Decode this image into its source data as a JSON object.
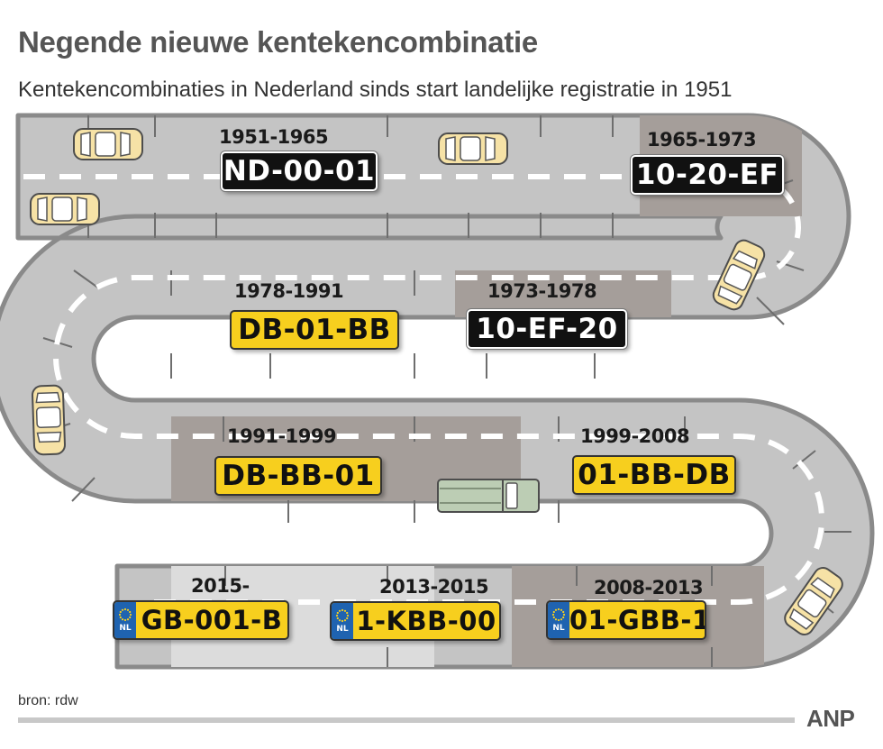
{
  "header": {
    "title": "Negende nieuwe kentekencombinatie",
    "subtitle": "Kentekencombinaties in Nederland sinds start landelijke registratie in 1951"
  },
  "plates": [
    {
      "period": "1951-1965",
      "plate": "ND-00-01",
      "style": "black"
    },
    {
      "period": "1965-1973",
      "plate": "10-20-EF",
      "style": "black"
    },
    {
      "period": "1973-1978",
      "plate": "10-EF-20",
      "style": "black"
    },
    {
      "period": "1978-1991",
      "plate": "DB-01-BB",
      "style": "yellow"
    },
    {
      "period": "1991-1999",
      "plate": "DB-BB-01",
      "style": "yellow"
    },
    {
      "period": "1999-2008",
      "plate": "01-BB-DB",
      "style": "yellow"
    },
    {
      "period": "2008-2013",
      "plate": "01-GBB-1",
      "style": "eu",
      "badge": "NL"
    },
    {
      "period": "2013-2015",
      "plate": "1-KBB-00",
      "style": "eu",
      "badge": "NL"
    },
    {
      "period": "2015-",
      "plate": "GB-001-B",
      "style": "eu",
      "badge": "NL"
    }
  ],
  "footer": {
    "source": "bron: rdw",
    "brand": "ANP"
  },
  "colors": {
    "road": "#c4c4c4",
    "road_edge": "#8a8a8a",
    "highlight_zone": "#a59e9a",
    "lane_marking": "#ffffff",
    "parking_line": "#6e6e6e",
    "car_body": "#f6e2a6",
    "truck_body": "#bccdb4",
    "black_plate": "#111111",
    "yellow_plate": "#f7cf1e",
    "eu_band": "#1f63b0"
  }
}
